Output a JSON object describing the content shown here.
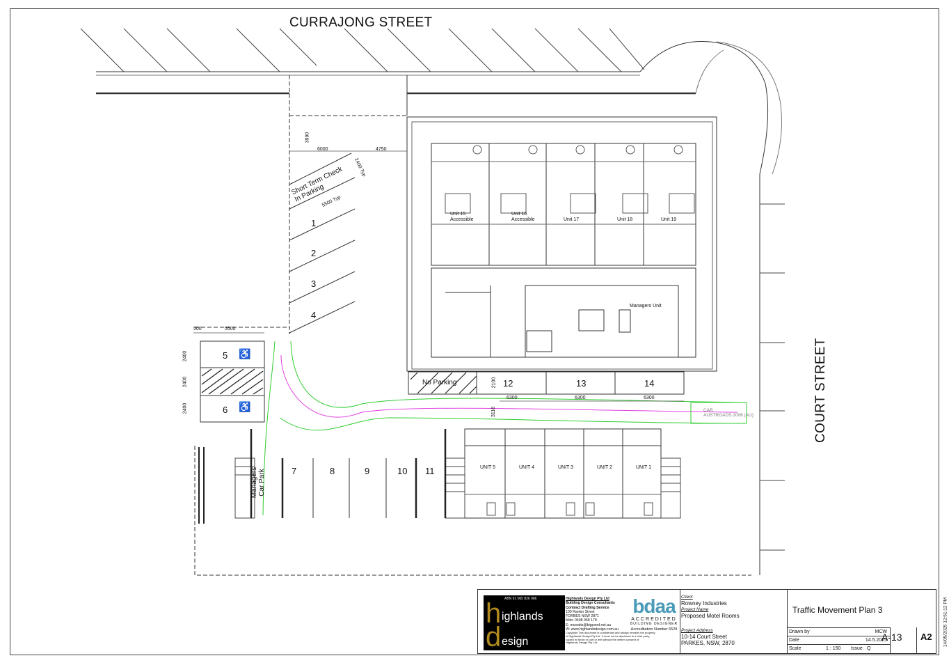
{
  "streets": {
    "top": "CURRAJONG STREET",
    "right": "COURT STREET"
  },
  "parking": {
    "short_term": [
      "Short Term Check",
      "In Parking"
    ],
    "no_parking": "No Parking",
    "managers_car_park": [
      "Managers",
      "Car Park"
    ],
    "bays": [
      "1",
      "2",
      "3",
      "4",
      "5",
      "6",
      "7",
      "8",
      "9",
      "10",
      "11",
      "12",
      "13",
      "14"
    ]
  },
  "units_north": [
    {
      "name": "Unit 15",
      "note": "Accessible"
    },
    {
      "name": "Unit 16",
      "note": "Accessible"
    },
    {
      "name": "Unit 17",
      "note": ""
    },
    {
      "name": "Unit 18",
      "note": ""
    },
    {
      "name": "Unit 19",
      "note": ""
    }
  ],
  "managers_unit": "Managers Unit",
  "units_south": [
    "UNIT 5",
    "UNIT 4",
    "UNIT 3",
    "UNIT 2",
    "UNIT 1"
  ],
  "dimensions": {
    "d3990": "3990",
    "d6000": "6000",
    "d4750": "4750",
    "d2400typ": "2400 Typ",
    "d5500typ": "5500 Typ",
    "d500": "500",
    "d5500": "5500",
    "d2400": "2400",
    "d2100": "2100",
    "d3116": "3116",
    "d6300": "6300"
  },
  "vehicle_path": [
    "CAR",
    "AUSTROADS 2006 (AU)"
  ],
  "title_block": {
    "abn": "ABN 91 065 826 066",
    "logo_h": "h",
    "logo_ighlands": "ighlands",
    "logo_d": "d",
    "logo_esign": "esign",
    "company_lines": [
      "Highlands Design Pty Ltd",
      "Building Design Consultants",
      "Contract Drafting Service",
      "100 Rankin Street",
      "FORBES NSW 2871",
      "Mob: 0408 968 178",
      "E: mcwatts@bigpond.net.au",
      "W: www.highlandsdesign.com.au",
      "Copyright This document is confidential and always remains the property",
      "of Highlands Design Pty Ltd. It must not be disclosed to a third party,",
      "copied in whole or part or lent without the written consent of",
      "Highlands Design Pty Ltd."
    ],
    "bdaa": "bdaa",
    "accredited": "ACCREDITED",
    "building_designer": "BUILDING DESIGNER",
    "accreditation": "Accreditation Number 6529",
    "client_label": "Client",
    "client": "Rowney Industries",
    "project_name_label": "Project Name",
    "project_name": "Proposed Motel Rooms",
    "project_address_label": "Project Address",
    "address_1": "10-14 Court Street",
    "address_2": "PARKES, NSW, 2870",
    "drawing_title": "Traffic Movement Plan 3",
    "drawn_by_label": "Drawn by",
    "drawn_by": "MCW",
    "date_label": "Date",
    "date": "14.5.2025",
    "scale_label": "Scale",
    "scale": "1 : 150",
    "issue_label": "Issue",
    "issue": "Q",
    "sheet_number": "A-13",
    "sheet_size": "A2"
  },
  "print_stamp": "14/05/2025 12:51:12 PM"
}
